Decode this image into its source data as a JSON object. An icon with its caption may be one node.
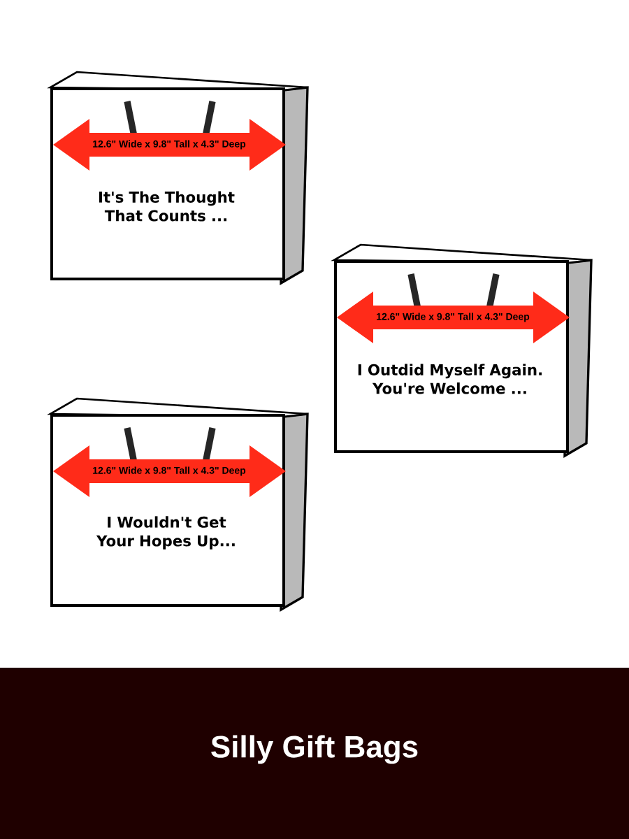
{
  "diagram": {
    "title": "Silly Gift Bags",
    "nodes": [
      {
        "text": [
          "12.6\" Wide x 9.8\" Tall x 4.3\" Deep",
          "It's The Thought That Counts ..."
        ]
      },
      {
        "text": [
          "12.6\" Wide x 9.8\" Tall x 4.3\" Deep",
          "I Outdid Myself Again. You're Welcome ..."
        ]
      },
      {
        "text": [
          "12.6\" Wide x 9.8\" Tall x 4.3\" Deep",
          "I Wouldn't Get Your Hopes Up..."
        ]
      }
    ]
  }
}
